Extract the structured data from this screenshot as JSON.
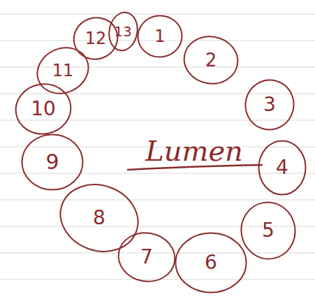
{
  "diagram": {
    "nodes": [
      {
        "text": [
          "1"
        ]
      },
      {
        "text": [
          "2"
        ]
      },
      {
        "text": [
          "3"
        ]
      },
      {
        "text": [
          "4"
        ]
      },
      {
        "text": [
          "5"
        ]
      },
      {
        "text": [
          "6"
        ]
      },
      {
        "text": [
          "7"
        ]
      },
      {
        "text": [
          "8"
        ]
      },
      {
        "text": [
          "9"
        ]
      },
      {
        "text": [
          "10"
        ]
      },
      {
        "text": [
          "11"
        ]
      },
      {
        "text": [
          "12"
        ]
      },
      {
        "text": [
          "13"
        ]
      }
    ],
    "labels": [
      "Lumen"
    ]
  }
}
